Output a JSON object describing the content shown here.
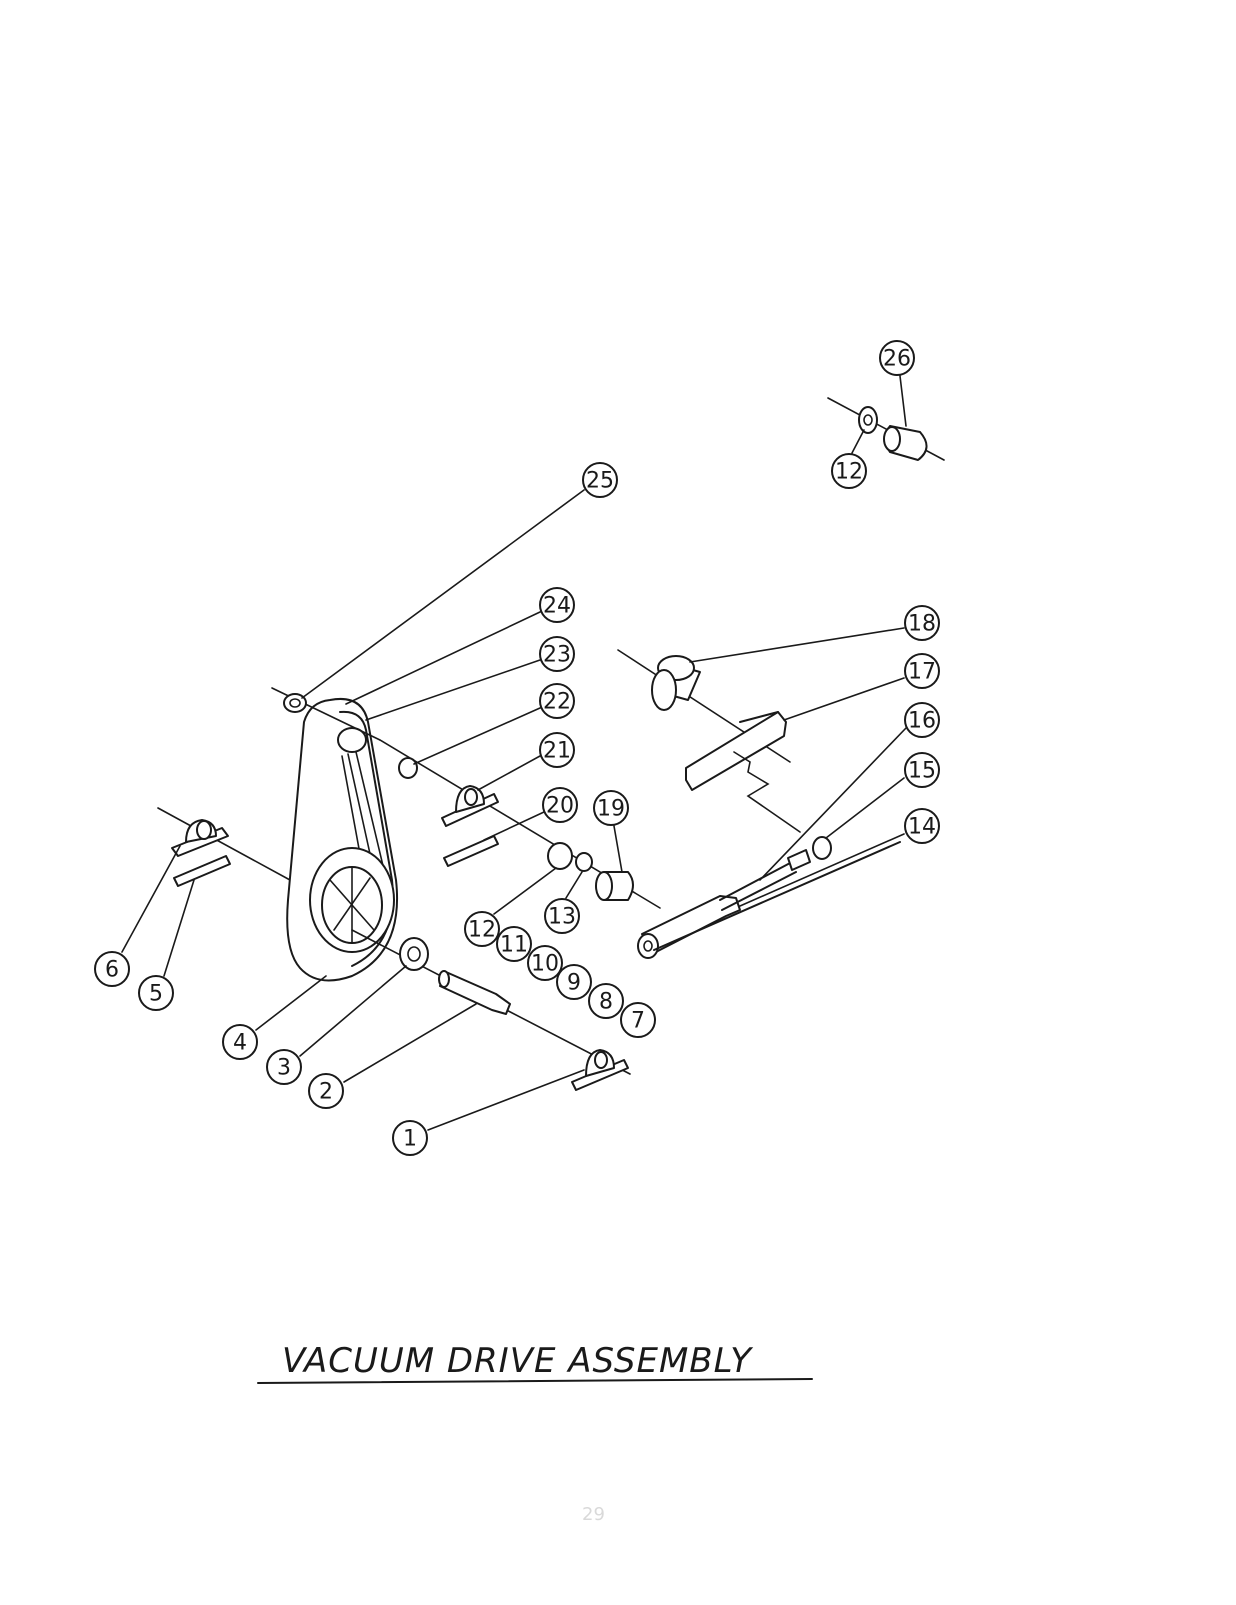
{
  "drawing": {
    "title": "VACUUM DRIVE ASSEMBLY",
    "page_number": "29"
  },
  "callouts": [
    {
      "label": "1"
    },
    {
      "label": "2"
    },
    {
      "label": "3"
    },
    {
      "label": "4"
    },
    {
      "label": "5"
    },
    {
      "label": "6"
    },
    {
      "label": "7"
    },
    {
      "label": "8"
    },
    {
      "label": "9"
    },
    {
      "label": "10"
    },
    {
      "label": "11"
    },
    {
      "label": "12"
    },
    {
      "label": "13"
    },
    {
      "label": "14"
    },
    {
      "label": "15"
    },
    {
      "label": "16"
    },
    {
      "label": "17"
    },
    {
      "label": "18"
    },
    {
      "label": "19"
    },
    {
      "label": "20"
    },
    {
      "label": "21"
    },
    {
      "label": "22"
    },
    {
      "label": "23"
    },
    {
      "label": "24"
    },
    {
      "label": "25"
    },
    {
      "label": "26"
    },
    {
      "label": "12"
    }
  ]
}
